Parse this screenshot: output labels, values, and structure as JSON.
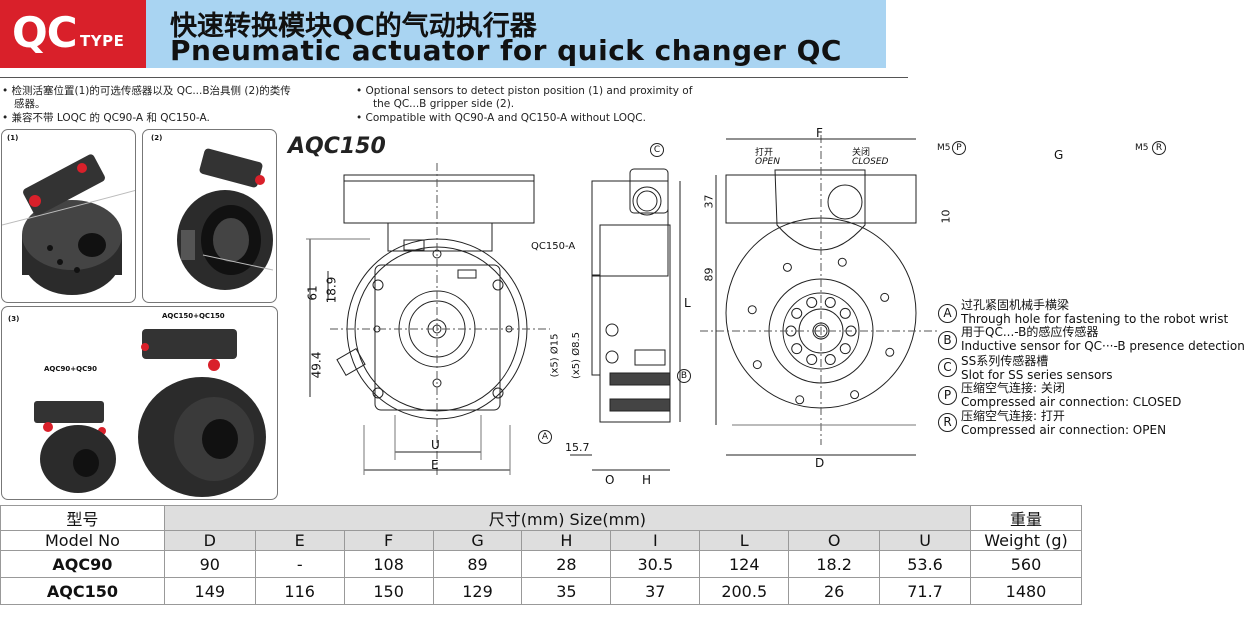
{
  "header": {
    "badge_main": "QC",
    "badge_sub": "TYPE",
    "title_cn": "快速转换模块QC的气动执行器",
    "title_en": "Pneumatic actuator for quick changer QC"
  },
  "notes": {
    "cn_1a": "•  检测活塞位置(1)的可选传感器以及 QC...B治具侧 (2)的类传",
    "cn_1b": "感器。",
    "cn_2": "•  兼容不带 LOQC 的 QC90-A 和 QC150-A.",
    "en_1a": "•  Optional sensors to detect piston position (1) and proximity of",
    "en_1b": "the QC...B gripper side (2).",
    "en_2": "•  Compatible with QC90-A and QC150-A without LOQC."
  },
  "photos": {
    "tag_1": "(1)",
    "tag_2": "(2)",
    "tag_3": "(3)",
    "label_a": "AQC150+QC150",
    "label_b": "AQC90+QC90"
  },
  "drawing": {
    "title": "AQC150",
    "dims": {
      "d61": "61",
      "d189": "18.9",
      "d494": "49.4",
      "dU": "U",
      "dE": "E",
      "qc150a": "QC150-A",
      "d15": "(x5) Ø15",
      "d85": "(x5) Ø8.5",
      "d157": "15.7",
      "dO": "O",
      "dH": "H",
      "dF": "F",
      "open_cn": "打开",
      "open_en": "OPEN",
      "closed_cn": "关闭",
      "closed_en": "CLOSED",
      "d37": "37",
      "d89": "89",
      "dL": "L",
      "dD": "D",
      "m5p": "M5",
      "m5r": "M5",
      "dG": "G",
      "d10": "10",
      "cC": "C",
      "cB": "B",
      "cA": "A",
      "cP": "P",
      "cR": "R"
    }
  },
  "legend": [
    {
      "key": "A",
      "cn": "过孔紧固机械手横梁",
      "en": "Through hole for fastening to the robot wrist"
    },
    {
      "key": "B",
      "cn": "用于QC...-B的感应传感器",
      "en": "Inductive sensor for QC···-B presence detection"
    },
    {
      "key": "C",
      "cn": "SS系列传感器槽",
      "en": "Slot for SS series sensors"
    },
    {
      "key": "P",
      "cn": "压缩空气连接: 关闭",
      "en": "Compressed air connection: CLOSED"
    },
    {
      "key": "R",
      "cn": "压缩空气连接: 打开",
      "en": "Compressed air connection: OPEN"
    }
  ],
  "table": {
    "model_cn": "型号",
    "model_en": "Model No",
    "size_label": "尺寸(mm) Size(mm)",
    "weight_cn": "重量",
    "weight_en": "Weight (g)",
    "columns": [
      "D",
      "E",
      "F",
      "G",
      "H",
      "I",
      "L",
      "O",
      "U"
    ],
    "rows": [
      {
        "model": "AQC90",
        "values": [
          "90",
          "-",
          "108",
          "89",
          "28",
          "30.5",
          "124",
          "18.2",
          "53.6"
        ],
        "weight": "560"
      },
      {
        "model": "AQC150",
        "values": [
          "149",
          "116",
          "150",
          "129",
          "35",
          "37",
          "200.5",
          "26",
          "71.7"
        ],
        "weight": "1480"
      }
    ]
  }
}
